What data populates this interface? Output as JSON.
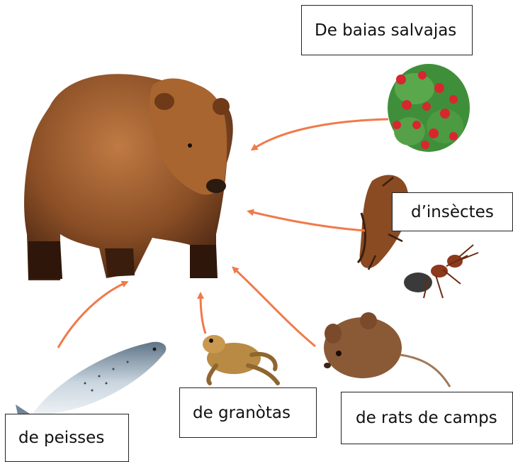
{
  "labels": {
    "berries": "De baias salvajas",
    "insects": "d’insèctes",
    "frogs": "de granòtas",
    "mice": "de rats de camps",
    "fish": "de peisses"
  },
  "colors": {
    "arrow": "#f07a4a",
    "bear_fur": "#8b4f26",
    "berry_leaf": "#3f8f3a",
    "berry": "#d8262f",
    "fish": "#8fa6b8",
    "frog": "#b88a43",
    "mouse": "#8a5a36",
    "ant": "#8c3a1c"
  }
}
